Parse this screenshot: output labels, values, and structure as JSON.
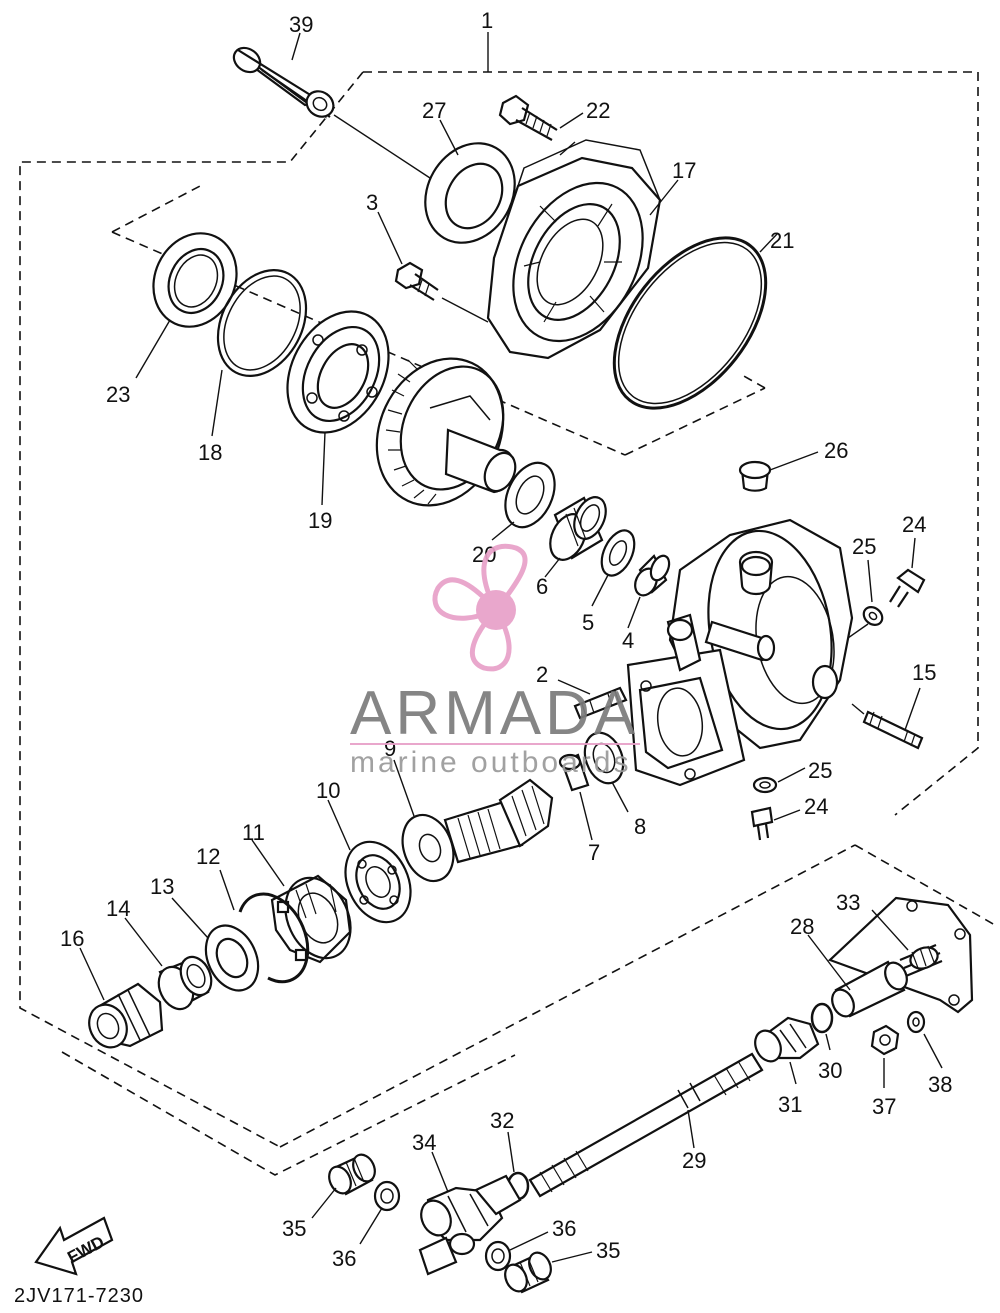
{
  "diagram": {
    "group_label": "1",
    "part_labels": [
      {
        "id": "39",
        "text": "39"
      },
      {
        "id": "27",
        "text": "27"
      },
      {
        "id": "22",
        "text": "22"
      },
      {
        "id": "17",
        "text": "17"
      },
      {
        "id": "3",
        "text": "3"
      },
      {
        "id": "21",
        "text": "21"
      },
      {
        "id": "23",
        "text": "23"
      },
      {
        "id": "18",
        "text": "18"
      },
      {
        "id": "19",
        "text": "19"
      },
      {
        "id": "26",
        "text": "26"
      },
      {
        "id": "20",
        "text": "20"
      },
      {
        "id": "6",
        "text": "6"
      },
      {
        "id": "5",
        "text": "5"
      },
      {
        "id": "4",
        "text": "4"
      },
      {
        "id": "25a",
        "text": "25"
      },
      {
        "id": "24a",
        "text": "24"
      },
      {
        "id": "2",
        "text": "2"
      },
      {
        "id": "15",
        "text": "15"
      },
      {
        "id": "9",
        "text": "9"
      },
      {
        "id": "10",
        "text": "10"
      },
      {
        "id": "8",
        "text": "8"
      },
      {
        "id": "7",
        "text": "7"
      },
      {
        "id": "25b",
        "text": "25"
      },
      {
        "id": "24b",
        "text": "24"
      },
      {
        "id": "11",
        "text": "11"
      },
      {
        "id": "12",
        "text": "12"
      },
      {
        "id": "13",
        "text": "13"
      },
      {
        "id": "14",
        "text": "14"
      },
      {
        "id": "16",
        "text": "16"
      },
      {
        "id": "33",
        "text": "33"
      },
      {
        "id": "28",
        "text": "28"
      },
      {
        "id": "30",
        "text": "30"
      },
      {
        "id": "31",
        "text": "31"
      },
      {
        "id": "37",
        "text": "37"
      },
      {
        "id": "38",
        "text": "38"
      },
      {
        "id": "32",
        "text": "32"
      },
      {
        "id": "29",
        "text": "29"
      },
      {
        "id": "34",
        "text": "34"
      },
      {
        "id": "35a",
        "text": "35"
      },
      {
        "id": "36a",
        "text": "36"
      },
      {
        "id": "36b",
        "text": "36"
      },
      {
        "id": "35b",
        "text": "35"
      }
    ],
    "fwd_label": "FWD",
    "catalog_code": "2JV171-7230"
  },
  "watermark": {
    "brand": "ARMADA",
    "tagline": "marine outboards",
    "color_primary": "#e8a0c8",
    "color_dark": "#f5c6de",
    "color_text": "#7b7b7b"
  }
}
